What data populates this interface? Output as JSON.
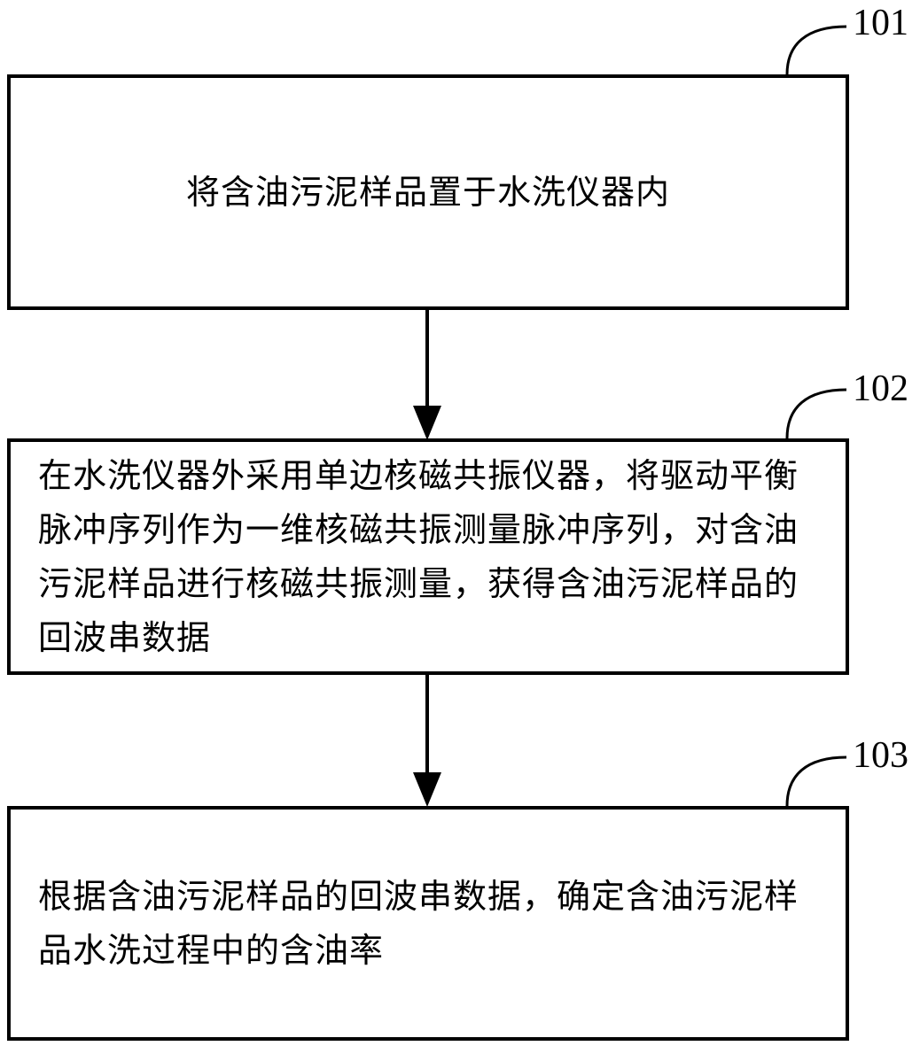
{
  "steps": [
    {
      "number": "101",
      "text": "将含油污泥样品置于水洗仪器内"
    },
    {
      "number": "102",
      "text": "在水洗仪器外采用单边核磁共振仪器，将驱动平衡脉冲序列作为一维核磁共振测量脉冲序列，对含油污泥样品进行核磁共振测量，获得含油污泥样品的回波串数据"
    },
    {
      "number": "103",
      "text": "根据含油污泥样品的回波串数据，确定含油污泥样品水洗过程中的含油率"
    }
  ]
}
